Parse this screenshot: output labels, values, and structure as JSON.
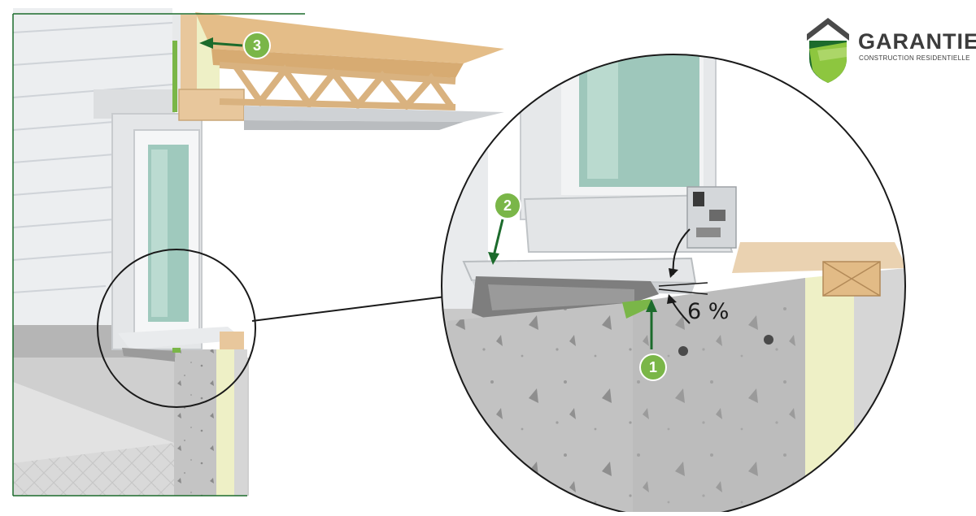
{
  "brand": {
    "name": "GARANTIE",
    "tagline": "CONSTRUCTION RESIDENTIELLE",
    "colors": {
      "dark_green": "#1c6b2c",
      "light_green": "#8dc63f",
      "roof": "#4a4a4a"
    }
  },
  "callouts": [
    {
      "number": "1",
      "icon": "green-circle-arrow"
    },
    {
      "number": "2",
      "icon": "green-circle-arrow"
    },
    {
      "number": "3",
      "icon": "green-circle-arrow"
    }
  ],
  "slope_label": "6 %",
  "colors": {
    "accent_green": "#7ab648",
    "siding": "#f1f2f4",
    "concrete": "#bfbfbf",
    "insulation": "#eef0c6",
    "wood": "#e8c79c"
  }
}
